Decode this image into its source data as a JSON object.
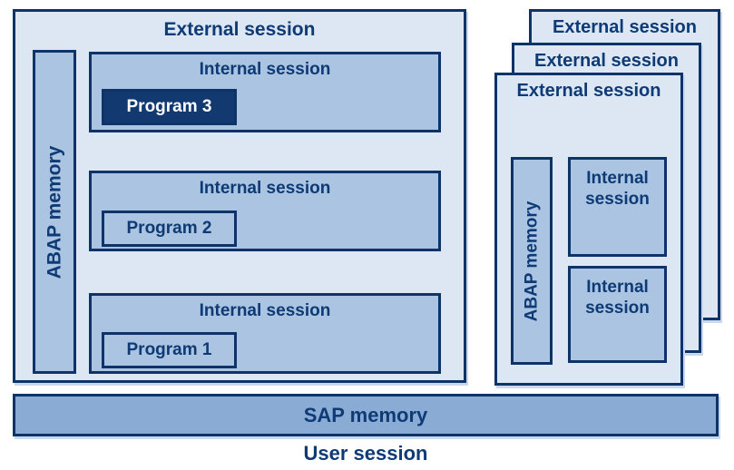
{
  "colors": {
    "navy": "#0d3368",
    "text_navy": "#0e3a75",
    "light_blue": "#dce7f3",
    "medium_blue": "#aac4e1",
    "sap_blue": "#8aabd4",
    "program_fill": "#123a70",
    "white": "#ffffff",
    "shadow": "#c9d8ec"
  },
  "left_external_session": {
    "title": "External session",
    "abap_memory_label": "ABAP memory",
    "internal_sessions": [
      {
        "title": "Internal session",
        "program": "Program 3",
        "style": "filled"
      },
      {
        "title": "Internal session",
        "program": "Program 2",
        "style": "outlined"
      },
      {
        "title": "Internal session",
        "program": "Program 1",
        "style": "outlined"
      }
    ]
  },
  "right_stack": {
    "back_title": "External session",
    "middle_title": "External session",
    "front_title": "External session",
    "abap_memory_label": "ABAP memory",
    "internal_sessions": [
      {
        "title": "Internal session"
      },
      {
        "title": "Internal session"
      }
    ]
  },
  "sap_memory": {
    "label": "SAP memory"
  },
  "user_session": {
    "label": "User session"
  }
}
